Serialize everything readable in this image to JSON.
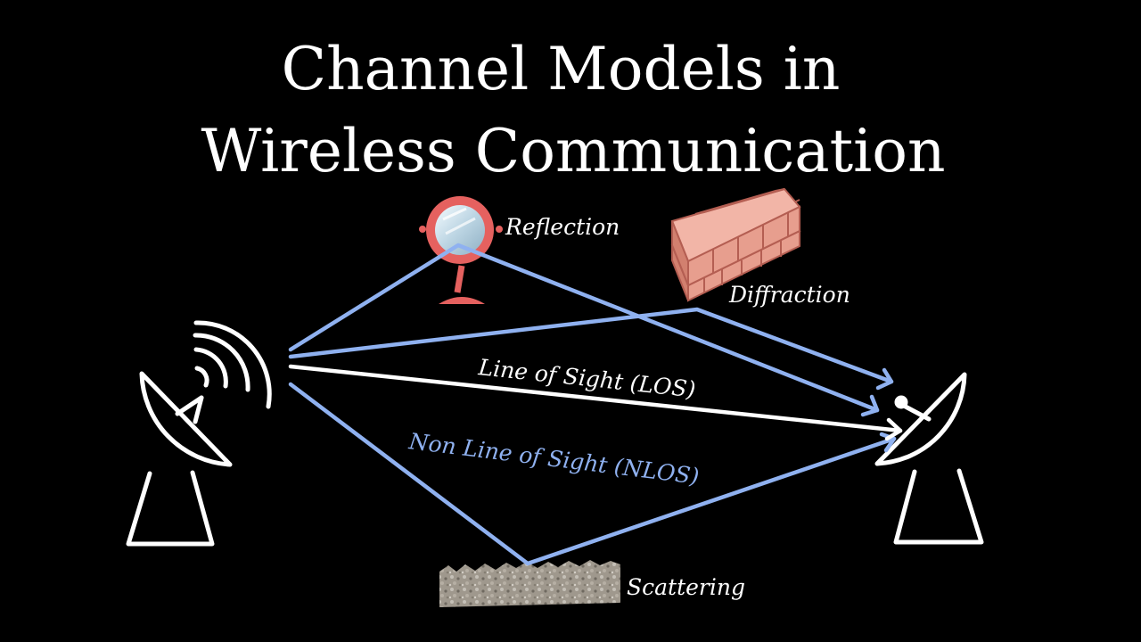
{
  "title": {
    "line1": "Channel Models in",
    "line2": "Wireless Communication"
  },
  "labels": {
    "reflection": "Reflection",
    "diffraction": "Diffraction",
    "los": "Line of Sight (LOS)",
    "nlos": "Non Line of Sight (NLOS)",
    "scattering": "Scattering"
  },
  "colors": {
    "background": "#000000",
    "text": "#ffffff",
    "los_ray": "#ffffff",
    "nlos_ray": "#8fb1f0",
    "nlos_label": "#8fb1f0",
    "mirror_frame": "#e5615f",
    "brick": "#e79e8e",
    "gravel": "#a49d92"
  },
  "icons": {
    "transmitter": "satellite-dish-icon",
    "receiver": "satellite-dish-icon",
    "mirror": "mirror-icon",
    "wall": "brick-wall-icon",
    "ground": "gravel-surface-icon"
  }
}
